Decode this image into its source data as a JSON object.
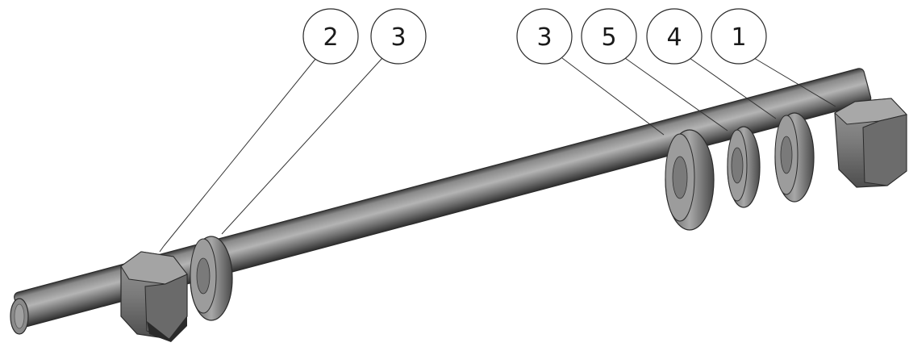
{
  "drawing": {
    "part_color": "#7d7d7d",
    "edge_color": "#2b2b2b",
    "balloons": [
      {
        "id": "b1",
        "label": "2"
      },
      {
        "id": "b2",
        "label": "3"
      },
      {
        "id": "b3",
        "label": "3"
      },
      {
        "id": "b4",
        "label": "5"
      },
      {
        "id": "b5",
        "label": "4"
      },
      {
        "id": "b6",
        "label": "1"
      }
    ]
  }
}
